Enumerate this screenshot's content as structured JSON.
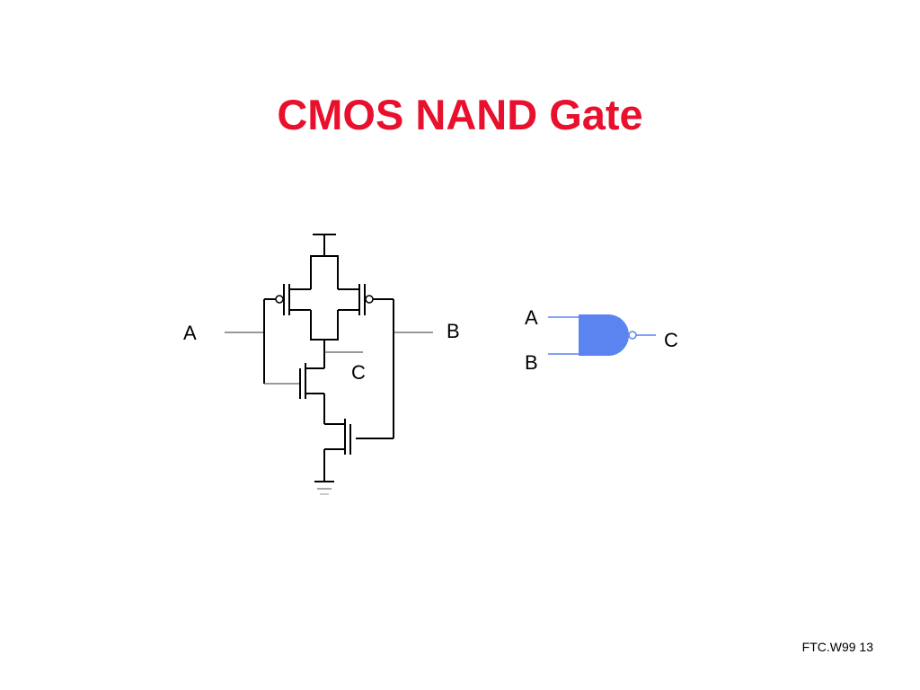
{
  "title": "CMOS NAND Gate",
  "colors": {
    "title": "#e8102c",
    "gate_fill": "#5b84f0",
    "gate_wire": "#5b84f0",
    "wire": "#000000"
  },
  "transistor_circuit": {
    "input_a_label": "A",
    "input_b_label": "B",
    "output_label": "C"
  },
  "logic_symbol": {
    "input_a_label": "A",
    "input_b_label": "B",
    "output_label": "C",
    "icon": "nand-gate-icon"
  },
  "footer": {
    "text": "FTC.W99 13"
  }
}
